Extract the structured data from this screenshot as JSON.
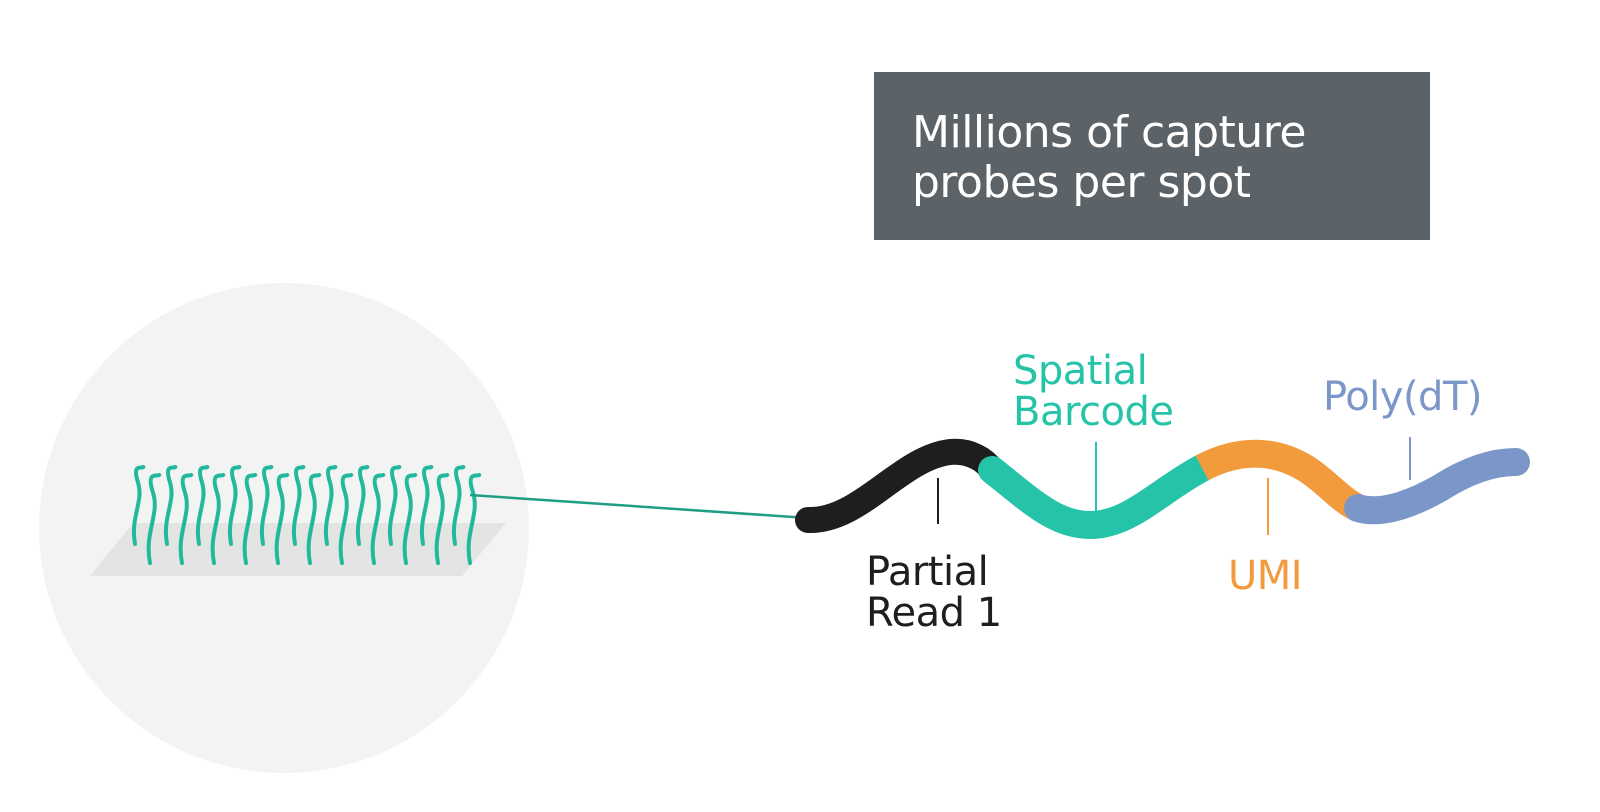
{
  "title": {
    "line1": "Millions of capture",
    "line2": "probes per spot"
  },
  "labels": {
    "partial_read": {
      "line1": "Partial",
      "line2": "Read 1"
    },
    "spatial_barcode": {
      "line1": "Spatial",
      "line2": "Barcode"
    },
    "umi": "UMI",
    "poly_dt": "Poly(dT)"
  },
  "colors": {
    "background": "#ffffff",
    "title_box": "#5c6368",
    "title_text": "#ffffff",
    "spot_circle": "#f3f3f3",
    "slide": "#e6e6e6",
    "probe_strands": "#22b89c",
    "connector_line": "#1f9e86",
    "partial_read": "#1e1e1e",
    "spatial_barcode": "#25c3a7",
    "umi": "#f29b3c",
    "poly_dt": "#7b96c8"
  }
}
